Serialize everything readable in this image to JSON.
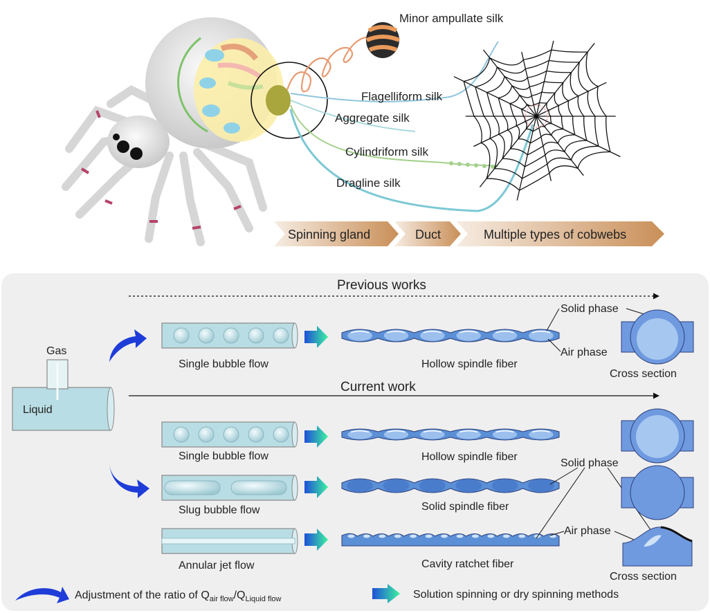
{
  "top": {
    "silk_labels": {
      "minor_ampullate": "Minor ampullate silk",
      "flagelliform": "Flagelliform silk",
      "aggregate": "Aggregate silk",
      "cylindriform": "Cylindriform silk",
      "dragline": "Dragline silk"
    },
    "process_steps": [
      "Spinning gland",
      "Duct",
      "Multiple types of cobwebs"
    ]
  },
  "bottom": {
    "previous_works": "Previous works",
    "current_work": "Current work",
    "inlet": {
      "gas": "Gas",
      "liquid": "Liquid"
    },
    "flows": {
      "single_bubble_1": "Single bubble flow",
      "single_bubble_2": "Single bubble flow",
      "slug_bubble": "Slug bubble flow",
      "annular_jet": "Annular  jet flow"
    },
    "fibers": {
      "hollow_spindle_1": "Hollow spindle fiber",
      "hollow_spindle_2": "Hollow spindle fiber",
      "solid_spindle": "Solid spindle fiber",
      "cavity_ratchet": "Cavity ratchet fiber"
    },
    "annotations": {
      "solid_phase_1": "Solid phase",
      "air_phase_1": "Air phase",
      "solid_phase_2": "Solid phase",
      "air_phase_2": "Air phase"
    },
    "cross_section_1": "Cross section",
    "cross_section_2": "Cross section",
    "legend": {
      "ratio_prefix": "Adjustment of the ratio of Q",
      "ratio_sub1": "air flow",
      "ratio_mid": "/Q",
      "ratio_sub2": "Liquid flow",
      "spinning": "Solution spinning or dry spinning methods"
    }
  },
  "colors": {
    "panel_bg": "#efefef",
    "tube_fill": "#bfe0e6",
    "fiber_blue": "#5b8fd6",
    "arrow_blue": "#1e3cd8",
    "chevron": "#c8925e",
    "web": "#111111",
    "dragline": "#7cc8d4"
  }
}
